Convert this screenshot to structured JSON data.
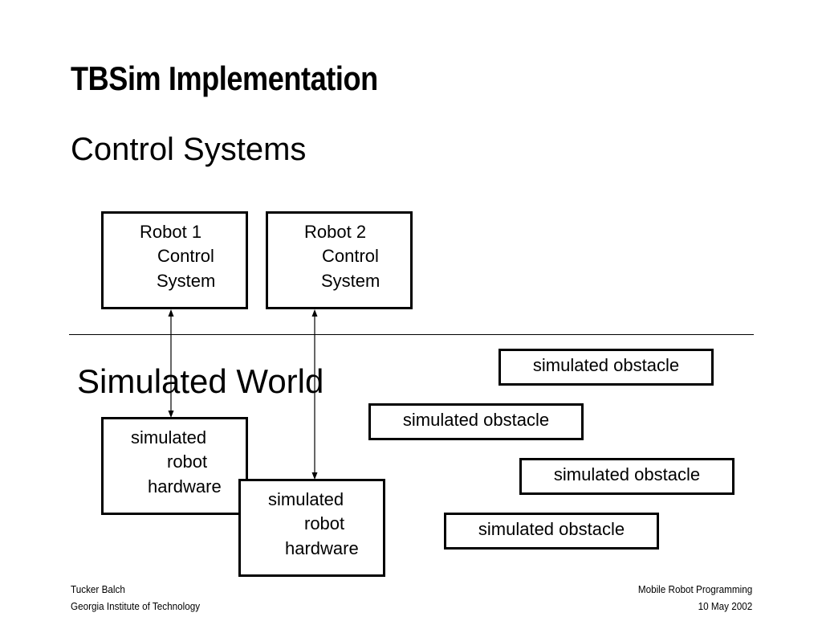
{
  "slide": {
    "title": "TBSim Implementation",
    "subtitle": "Control Systems"
  },
  "control_systems": [
    {
      "lines": [
        "Robot 1",
        "Control",
        "System"
      ]
    },
    {
      "lines": [
        "Robot 2",
        "Control",
        "System"
      ]
    }
  ],
  "world": {
    "label": "Simulated World",
    "hardware": [
      {
        "lines": [
          "simulated",
          "robot",
          "hardware"
        ]
      },
      {
        "lines": [
          "simulated",
          "robot",
          "hardware"
        ]
      }
    ],
    "obstacles": [
      "simulated obstacle",
      "simulated obstacle",
      "simulated obstacle",
      "simulated obstacle"
    ]
  },
  "footer": {
    "author": "Tucker Balch",
    "institution": "Georgia Institute of Technology",
    "course": "Mobile Robot Programming",
    "date": "10 May 2002"
  }
}
